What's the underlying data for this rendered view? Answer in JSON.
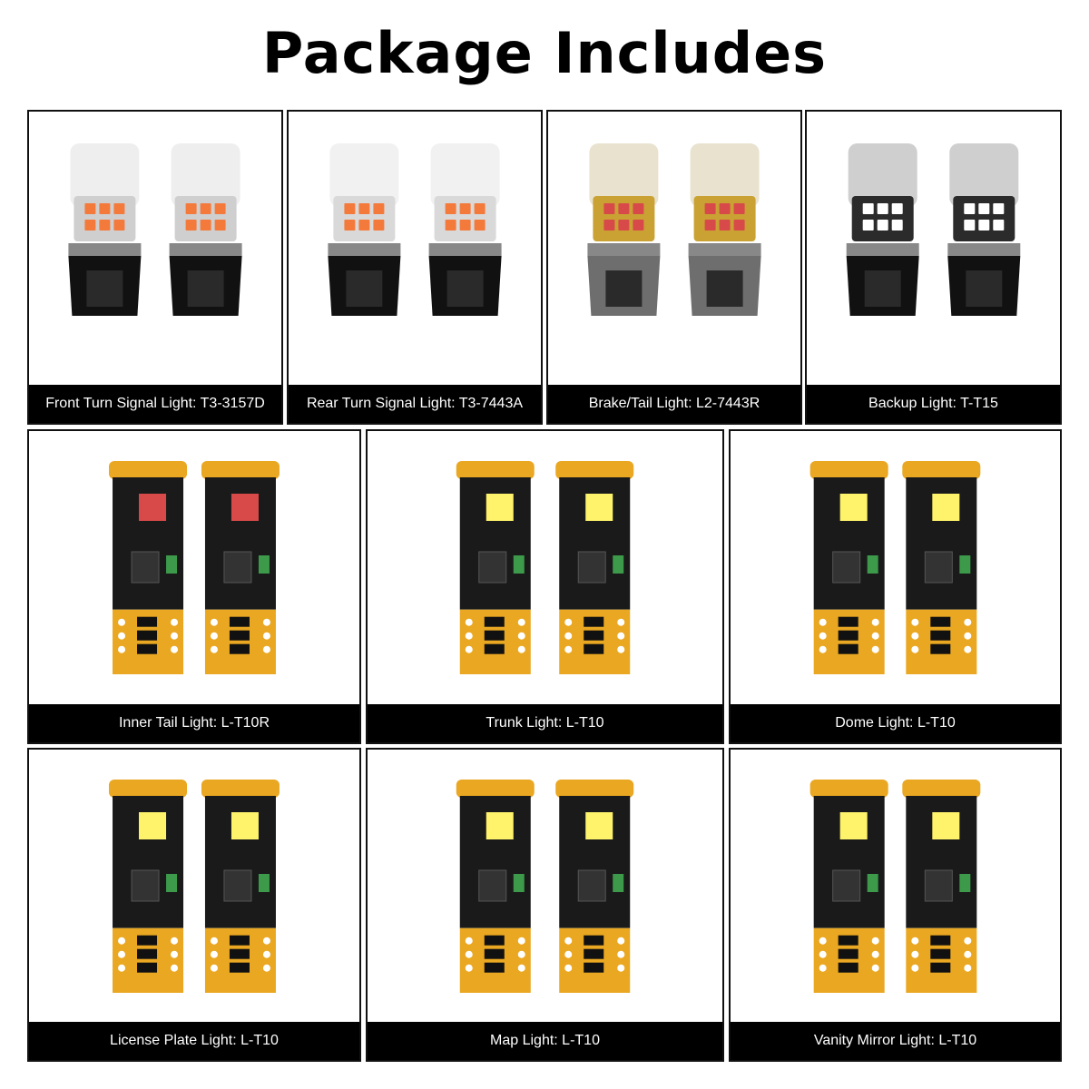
{
  "title": "Package Includes",
  "colors": {
    "pcb": "#E9A722",
    "board": "#1a1a1a",
    "caption_bg": "#000000",
    "led_white": "#FFF36B",
    "led_orange": "#F47A3C",
    "led_red": "#D84A4A"
  },
  "items": [
    {
      "caption": "Front Turn Signal Light: T3-3157D",
      "icon": "3157-bulb-pair-icon"
    },
    {
      "caption": "Rear Turn Signal Light: T3-7443A",
      "icon": "7443-amber-bulb-pair-icon"
    },
    {
      "caption": "Brake/Tail Light: L2-7443R",
      "icon": "7443-red-bulb-pair-icon"
    },
    {
      "caption": "Backup Light: T-T15",
      "icon": "t15-bulb-pair-icon"
    },
    {
      "caption": "Inner Tail Light: L-T10R",
      "icon": "t10r-pcb-pair-icon"
    },
    {
      "caption": "Trunk Light: L-T10",
      "icon": "t10-pcb-pair-icon"
    },
    {
      "caption": "Dome Light: L-T10",
      "icon": "t10-pcb-pair-icon"
    },
    {
      "caption": "License Plate Light: L-T10",
      "icon": "t10-pcb-pair-icon"
    },
    {
      "caption": "Map Light: L-T10",
      "icon": "t10-pcb-pair-icon"
    },
    {
      "caption": "Vanity Mirror Light: L-T10",
      "icon": "t10-pcb-pair-icon"
    }
  ]
}
